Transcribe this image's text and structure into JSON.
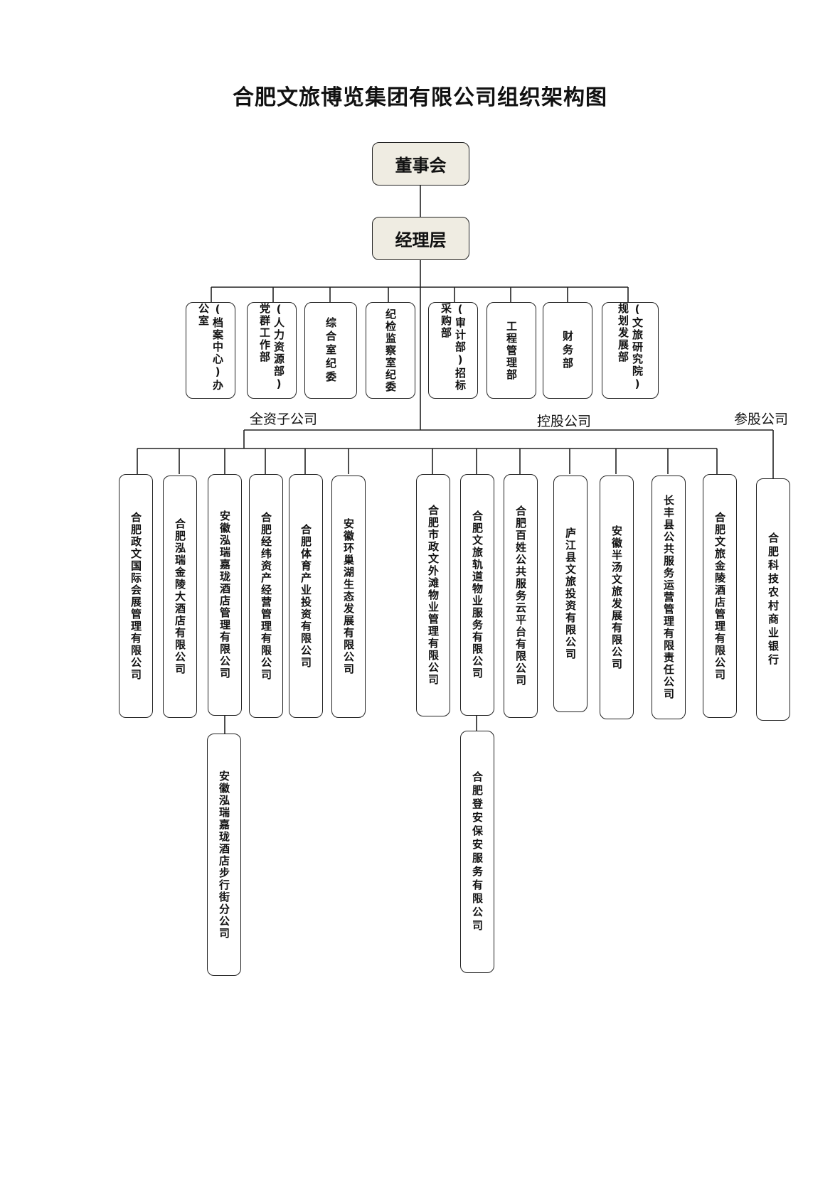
{
  "title": "合肥文旅博览集团有限公司组织架构图",
  "board": "董事会",
  "management": "经理层",
  "departments": [
    {
      "lines": [
        "(档案中心)",
        "办公室"
      ]
    },
    {
      "lines": [
        "(人力资源部)",
        "党群工作部"
      ]
    },
    {
      "lines": [
        "综合室",
        "纪委"
      ]
    },
    {
      "lines": [
        "纪检监察室",
        "纪委"
      ]
    },
    {
      "lines": [
        "(审计部)",
        "招标采购部"
      ]
    },
    {
      "lines": [
        "工程管理部"
      ]
    },
    {
      "lines": [
        "财务部"
      ]
    },
    {
      "lines": [
        "(文旅研究院)",
        "规划发展部"
      ]
    }
  ],
  "groups": {
    "wholly_owned": "全资子公司",
    "holding": "控股公司",
    "shareholding": "参股公司"
  },
  "subsidiaries": [
    "合肥政文国际会展管理有限公司",
    "合肥泓瑞金陵大酒店有限公司",
    "安徽泓瑞嘉珑酒店管理有限公司",
    "合肥经纬资产经营管理有限公司",
    "合肥体育产业投资有限公司",
    "安徽环巢湖生态发展有限公司",
    "合肥市政文外滩物业管理有限公司",
    "合肥文旅轨道物业服务有限公司",
    "合肥百姓公共服务云平台有限公司",
    "庐江县文旅投资有限公司",
    "安徽半汤文旅发展有限公司",
    "长丰县公共服务运营管理有限责任公司",
    "合肥文旅金陵酒店管理有限公司",
    "合肥科技农村商业银行"
  ],
  "second_level": [
    {
      "parent": 2,
      "name": "安徽泓瑞嘉珑酒店步行街分公司"
    },
    {
      "parent": 7,
      "name": "合肥登安保安服务有限公司"
    }
  ]
}
